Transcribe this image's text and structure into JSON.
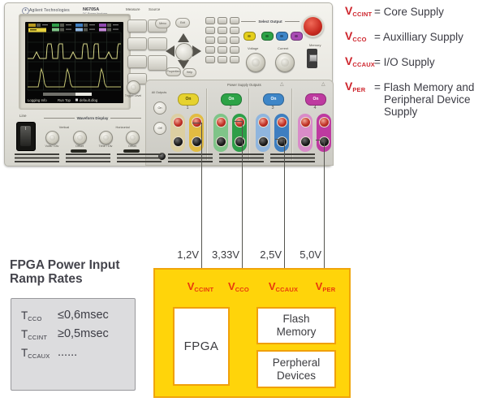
{
  "colors": {
    "legend_red": "#CE242C",
    "board_yellow": "#FFD40A",
    "board_border_orange": "#F0A50A",
    "rail_label_red": "#E8380D",
    "ramp_box_gray": "#DCDCDE",
    "channel_colors": [
      "#E6D22E",
      "#2DA347",
      "#3E86C8",
      "#BE3AA0"
    ]
  },
  "instrument": {
    "brand": "Agilent Technologies",
    "model": "N6705A",
    "model_sub": "DC Power Analyzer",
    "screen": {
      "logging_label": "Logging Info",
      "run_label": "Run Top",
      "file_label": "default.dlog"
    },
    "controls": {
      "measure_label": "Measure",
      "source_label": "Source",
      "menu_label": "Menu",
      "exit_label": "Exit",
      "properties_label": "Properties",
      "help_label": "Help",
      "select_output_label": "Select Output",
      "voltage_label": "Voltage",
      "current_label": "Current",
      "memory_label": "Memory",
      "trigger_label": "Trigger Level"
    },
    "outputs": {
      "panel_title": "Power Supply Outputs",
      "all_outputs_label": "All Outputs",
      "on_label": "On",
      "off_label": "Off",
      "channels": [
        {
          "number": "1"
        },
        {
          "number": "2"
        },
        {
          "number": "3"
        },
        {
          "number": "4"
        }
      ]
    },
    "bottom": {
      "line_label": "Line",
      "waveform_display_label": "Waveform Display",
      "vertical_label": "Vertical",
      "horizontal_label": "Horizontal",
      "knob_labels": [
        "Volts / Div",
        "Offset",
        "Time / Div",
        "Offset"
      ]
    }
  },
  "wiring": {
    "voltages": [
      "1,2V",
      "3,33V",
      "2,5V",
      "5,0V"
    ]
  },
  "board": {
    "rails": [
      {
        "sym": "V",
        "sub": "CCINT"
      },
      {
        "sym": "V",
        "sub": "CCO"
      },
      {
        "sym": "V",
        "sub": "CCAUX"
      },
      {
        "sym": "V",
        "sub": "PER"
      }
    ],
    "fpga_label": "FPGA",
    "flash_line1": "Flash",
    "flash_line2": "Memory",
    "periph_line1": "Perpheral",
    "periph_line2": "Devices"
  },
  "legend": {
    "items": [
      {
        "sym": "V",
        "sub": "CCINT",
        "definition": "= Core Supply"
      },
      {
        "sym": "V",
        "sub": "CCO",
        "definition": "= Auxilliary Supply"
      },
      {
        "sym": "V",
        "sub": "CCAUX",
        "definition": "= I/O Supply"
      },
      {
        "sym": "V",
        "sub": "PER",
        "definition": "= Flash Memory and",
        "definition_line2": "Peripheral Device",
        "definition_line3": "Supply"
      }
    ]
  },
  "ramp": {
    "title_line1": "FPGA Power Input",
    "title_line2": "Ramp Rates",
    "rows": [
      {
        "sym": "T",
        "sub": "CCO",
        "value": "≤0,6msec"
      },
      {
        "sym": "T",
        "sub": "CCINT",
        "value": "≥0,5msec"
      },
      {
        "sym": "T",
        "sub": "CCAUX",
        "value": "......"
      }
    ]
  }
}
